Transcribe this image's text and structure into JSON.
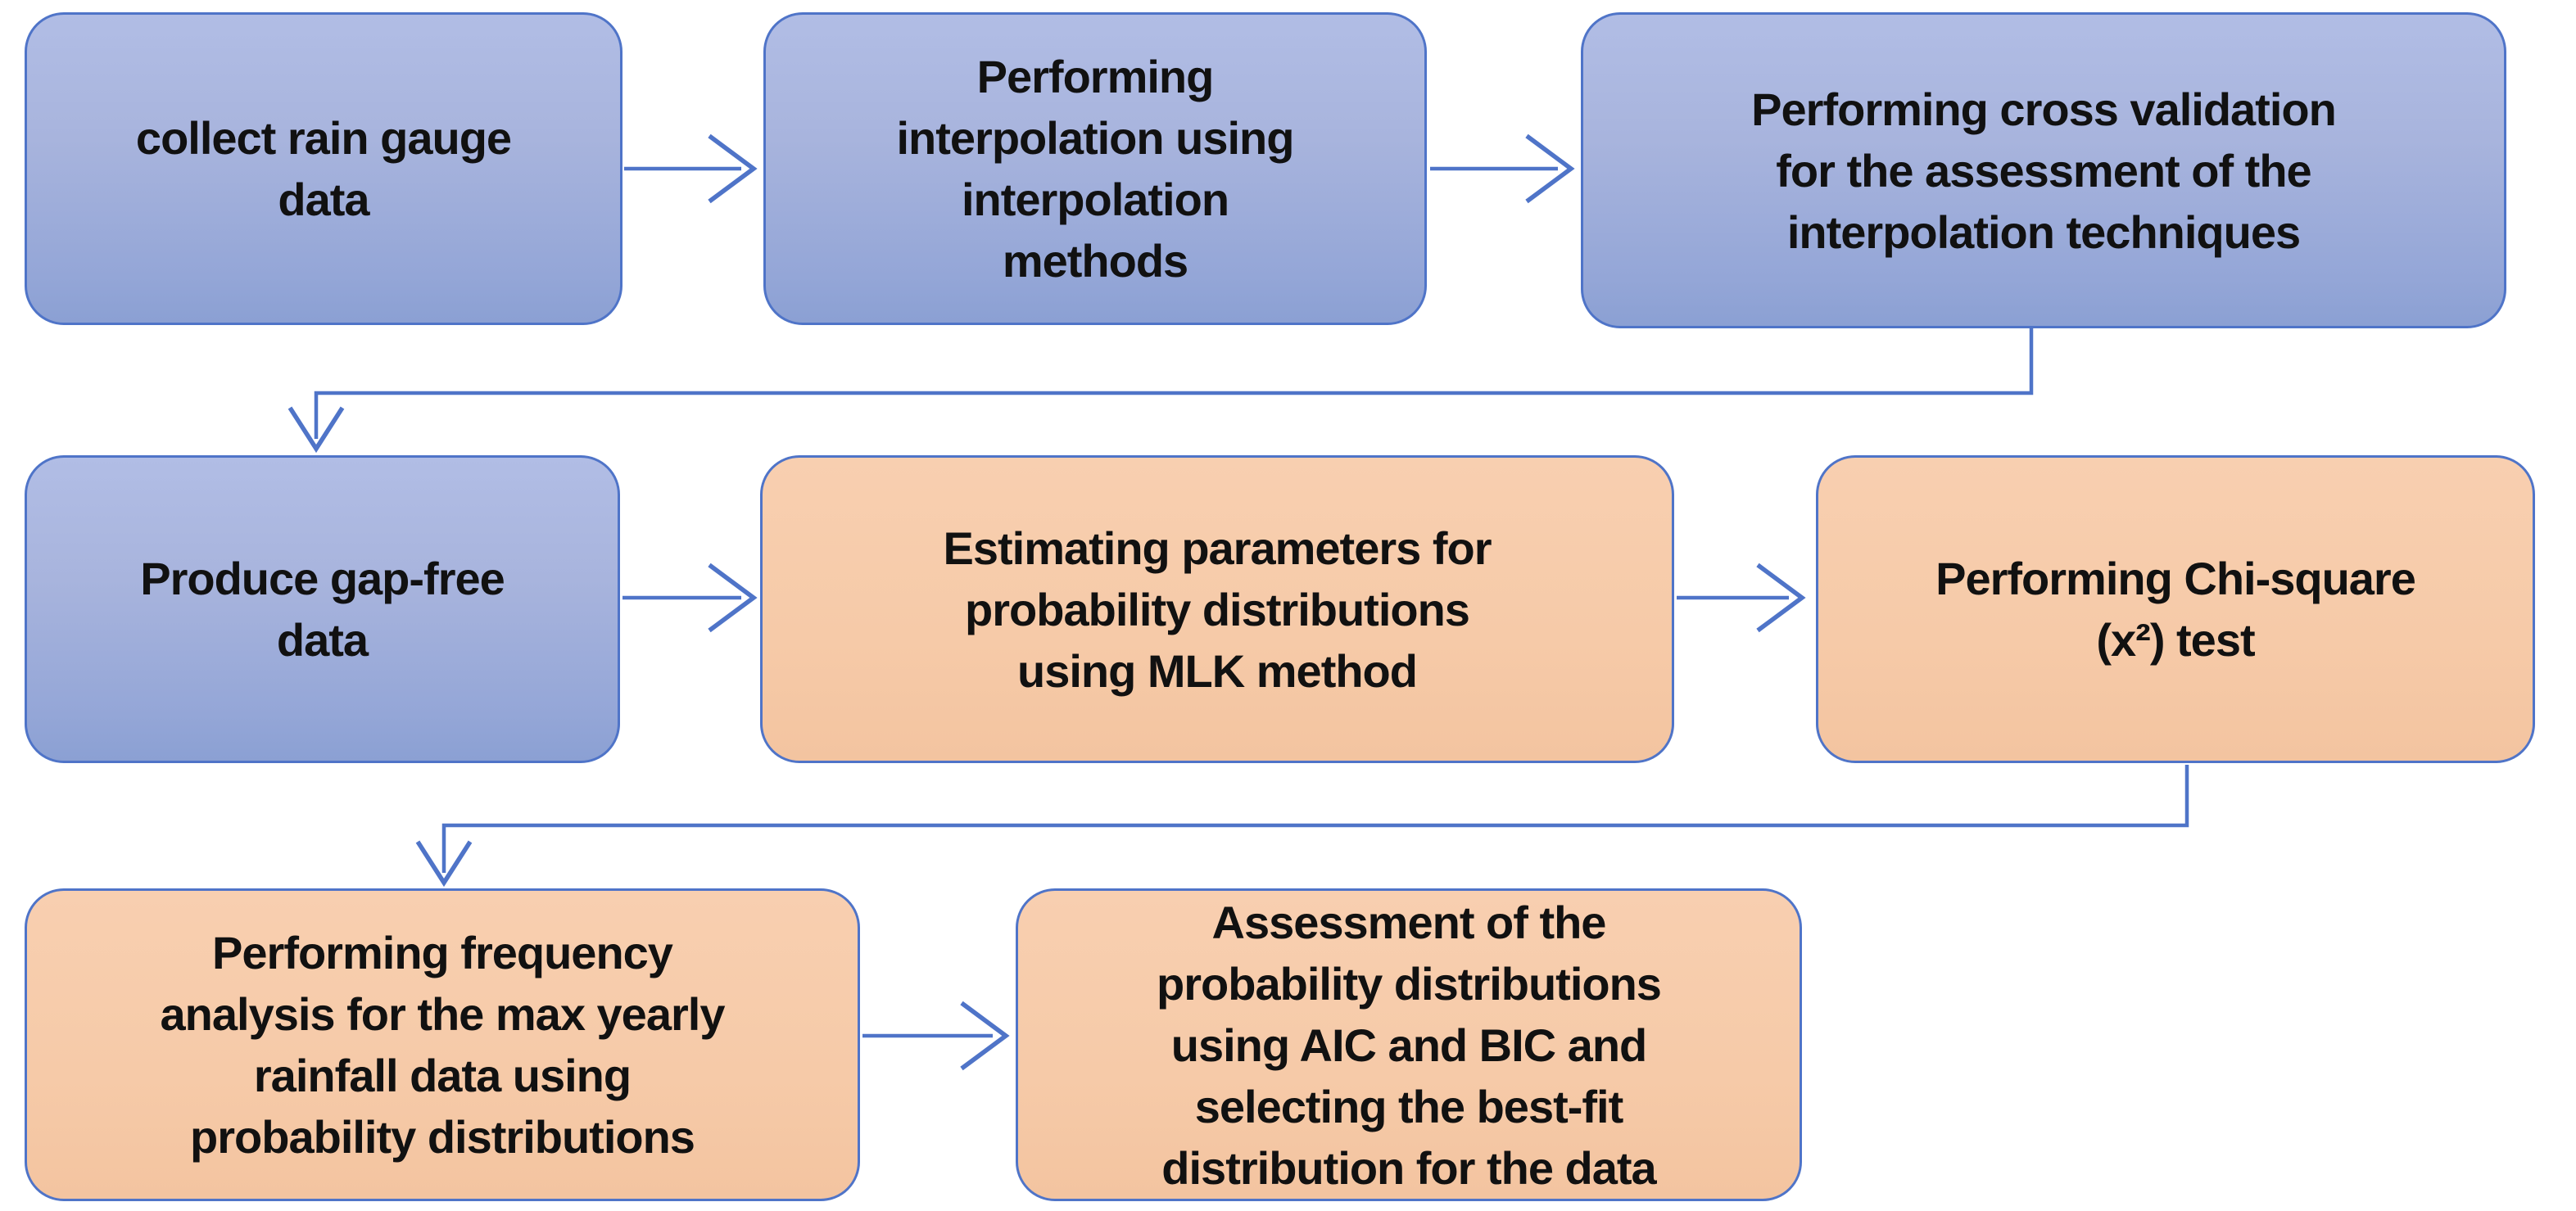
{
  "diagram": {
    "type": "flowchart",
    "colors": {
      "box_blue_fill": "#a8b4dd",
      "box_orange_fill": "#f6caa8",
      "box_border": "#4f74c8",
      "connector": "#4f74c8",
      "text": "#111111",
      "background": "#ffffff"
    },
    "boxes": [
      {
        "id": "collect-rain-gauge-data",
        "variant": "blue",
        "text": "collect rain gauge\ndata"
      },
      {
        "id": "performing-interpolation",
        "variant": "blue",
        "text": "Performing\ninterpolation using\ninterpolation\nmethods"
      },
      {
        "id": "performing-cross-validation",
        "variant": "blue",
        "text": "Performing cross validation\nfor the assessment of the\ninterpolation techniques"
      },
      {
        "id": "produce-gap-free-data",
        "variant": "blue",
        "text": "Produce gap-free\ndata"
      },
      {
        "id": "estimating-parameters",
        "variant": "orange",
        "text": "Estimating parameters for\nprobability distributions\nusing MLK method"
      },
      {
        "id": "performing-chi-square-test",
        "variant": "orange",
        "text": "Performing Chi-square\n(x²) test"
      },
      {
        "id": "performing-frequency-analysis",
        "variant": "orange",
        "text": "Performing frequency\nanalysis for the max yearly\nrainfall data using\nprobability distributions"
      },
      {
        "id": "assessment-of-distributions",
        "variant": "orange",
        "text": "Assessment of the\nprobability distributions\nusing AIC and BIC and\nselecting the best-fit\ndistribution for the data"
      }
    ],
    "connections": [
      {
        "from": "collect-rain-gauge-data",
        "to": "performing-interpolation",
        "shape": "straight"
      },
      {
        "from": "performing-interpolation",
        "to": "performing-cross-validation",
        "shape": "straight"
      },
      {
        "from": "performing-cross-validation",
        "to": "produce-gap-free-data",
        "shape": "elbow"
      },
      {
        "from": "produce-gap-free-data",
        "to": "estimating-parameters",
        "shape": "straight"
      },
      {
        "from": "estimating-parameters",
        "to": "performing-chi-square-test",
        "shape": "straight"
      },
      {
        "from": "performing-chi-square-test",
        "to": "performing-frequency-analysis",
        "shape": "elbow"
      },
      {
        "from": "performing-frequency-analysis",
        "to": "assessment-of-distributions",
        "shape": "straight"
      }
    ]
  }
}
